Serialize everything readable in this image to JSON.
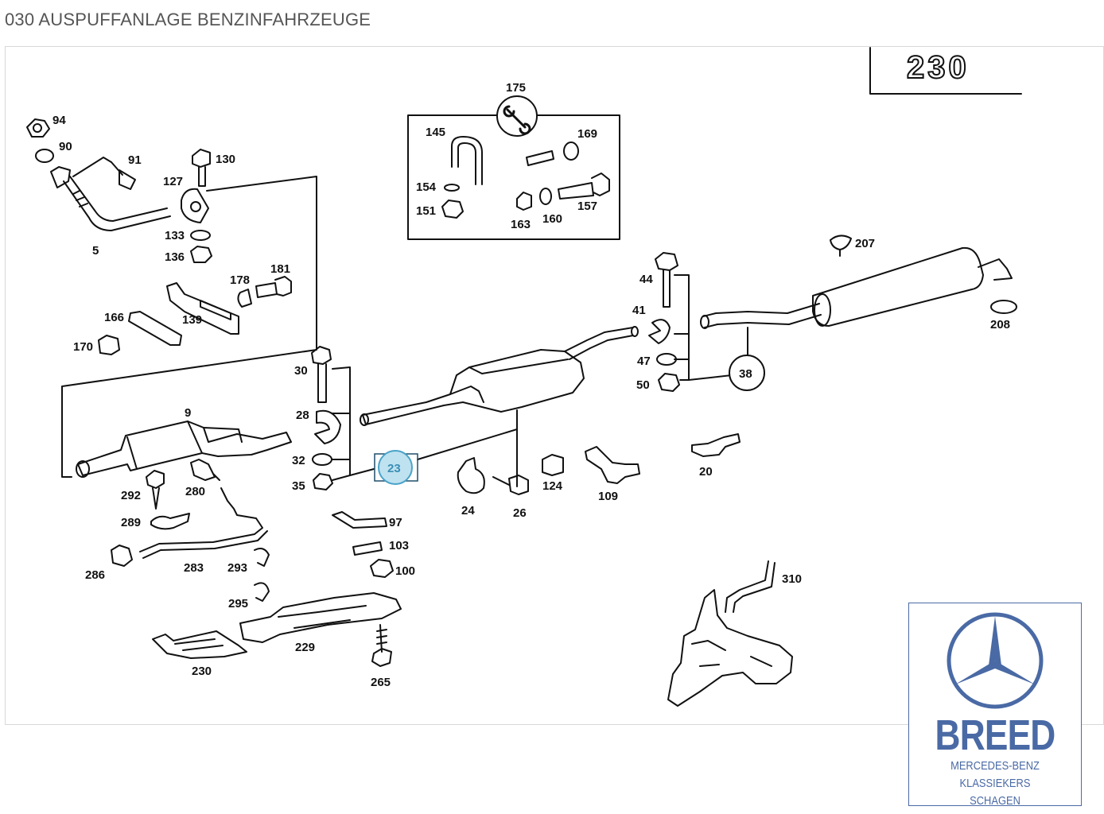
{
  "page": {
    "title": "030 AUSPUFFANLAGE BENZINFAHRZEUGE"
  },
  "badge": {
    "model": "230"
  },
  "selected_part": {
    "label": "23",
    "color": "#4aa3c8"
  },
  "parts": {
    "p94": "94",
    "p90": "90",
    "p91": "91",
    "p130": "130",
    "p127": "127",
    "p5": "5",
    "p133": "133",
    "p136": "136",
    "p178": "178",
    "p181": "181",
    "p166": "166",
    "p139": "139",
    "p170": "170",
    "p9": "9",
    "p30": "30",
    "p28": "28",
    "p32": "32",
    "p35": "35",
    "p292": "292",
    "p280": "280",
    "p289": "289",
    "p286": "286",
    "p283": "283",
    "p293": "293",
    "p295": "295",
    "p97": "97",
    "p103": "103",
    "p100": "100",
    "p229": "229",
    "p230": "230",
    "p265": "265",
    "p24": "24",
    "p26": "26",
    "p124": "124",
    "p109": "109",
    "p20": "20",
    "p44": "44",
    "p41": "41",
    "p47": "47",
    "p50": "50",
    "p38": "38",
    "p207": "207",
    "p208": "208",
    "p310": "310",
    "p175": "175",
    "p145": "145",
    "p169": "169",
    "p154": "154",
    "p151": "151",
    "p163": "163",
    "p160": "160",
    "p157": "157"
  },
  "logo": {
    "brand": "BREED",
    "line1": "MERCEDES-BENZ KLASSIEKERS",
    "line2": "SCHAGEN",
    "color": "#4a6aa5"
  }
}
